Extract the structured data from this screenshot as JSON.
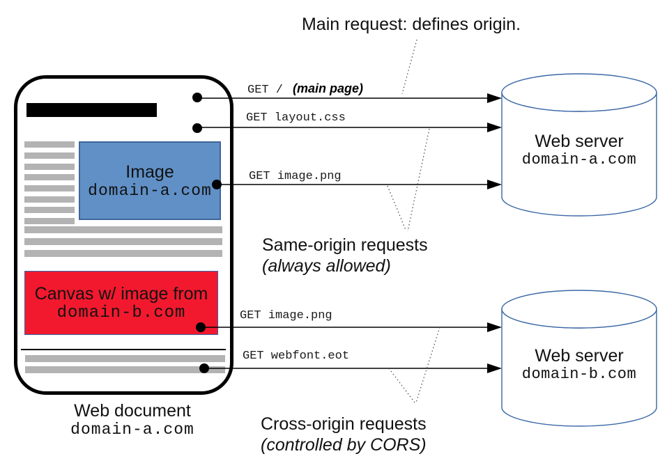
{
  "title": "Main request: defines origin.",
  "document": {
    "caption_line1": "Web document",
    "caption_line2": "domain-a.com",
    "image_box": {
      "line1": "Image",
      "line2": "domain-a.com"
    },
    "canvas_box": {
      "line1": "Canvas w/ image from",
      "line2": "domain-b.com"
    }
  },
  "servers": [
    {
      "name": "Web server",
      "domain": "domain-a.com"
    },
    {
      "name": "Web server",
      "domain": "domain-b.com"
    }
  ],
  "requests": [
    {
      "label": "GET /",
      "note": "(main page)"
    },
    {
      "label": "GET layout.css"
    },
    {
      "label": "GET image.png"
    },
    {
      "label": "GET image.png"
    },
    {
      "label": "GET webfont.eot"
    }
  ],
  "groups": {
    "same_origin": {
      "line1": "Same-origin requests",
      "line2": "(always allowed)"
    },
    "cross_origin": {
      "line1": "Cross-origin requests",
      "line2": "(controlled by CORS)"
    }
  },
  "colors": {
    "image_box_fill": "#6090c6",
    "image_box_border": "#3f669a",
    "canvas_box_fill": "#f2192e",
    "canvas_box_border": "#3465a4",
    "gray_bar": "#b3b3b3",
    "heading_bar": "#000000",
    "cylinder_stroke": "#3a67a5",
    "arrow": "#000000",
    "text": "#111111"
  }
}
